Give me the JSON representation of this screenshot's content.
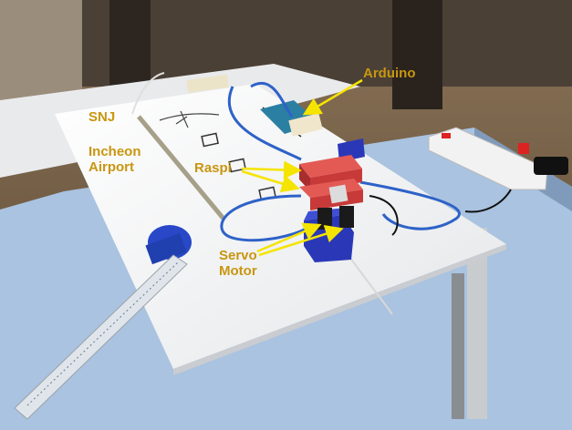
{
  "labels": {
    "arduino": "Arduino",
    "snj": "SNJ",
    "incheon_line1": "Incheon",
    "incheon_line2": "Airport",
    "raspi": "Raspi",
    "servo_line1": "Servo",
    "servo_line2": "Motor"
  },
  "colors": {
    "label_text": "#c89610",
    "arrow": "#f5e400",
    "board": "#f4f4f2",
    "table_top": "#a9c3e0",
    "enclosure_red": "#d23a3a",
    "servo_mount_blue": "#2a38b8",
    "cable_blue": "#2e62c8"
  }
}
